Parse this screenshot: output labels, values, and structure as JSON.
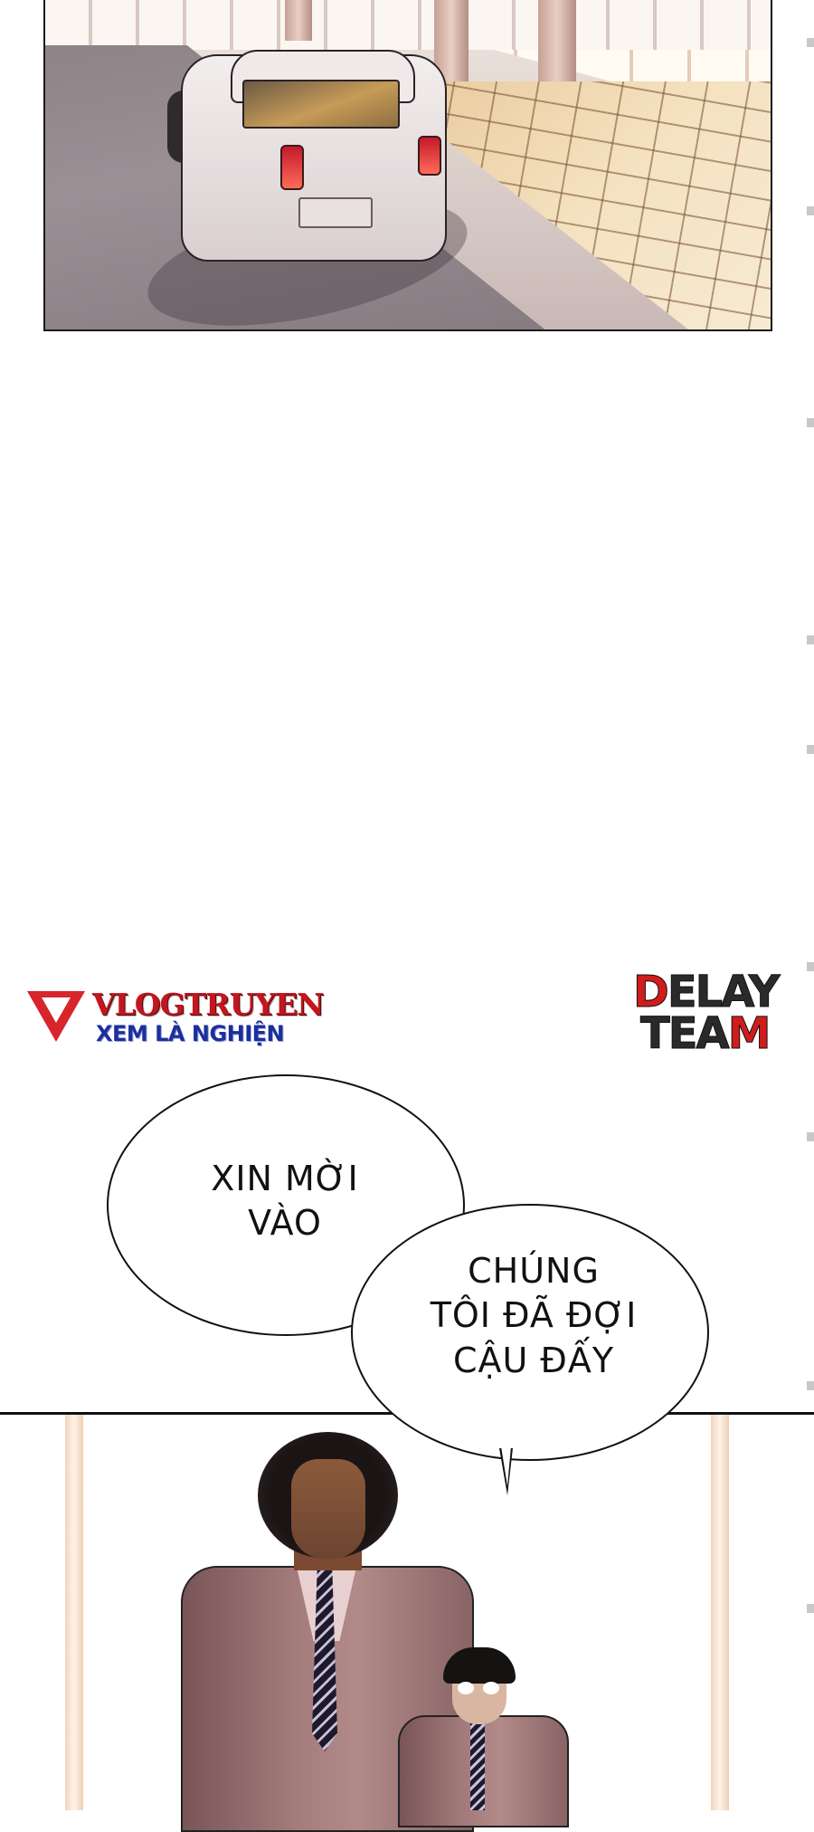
{
  "page": {
    "type": "webtoon-reader",
    "background": "#ffffff"
  },
  "panels": [
    {
      "id": "panel-1",
      "description": "White luxury sedan parked beside tiled sidewalk of a building entrance",
      "colors": {
        "road": "#928890",
        "floor": "#efd8b2",
        "car": "#ece5e6",
        "taillight": "#d11c27"
      }
    },
    {
      "id": "panel-2",
      "description": "Tall man with afro hair in pink suit and striped tie, smaller man with glasses behind",
      "colors": {
        "suit": "#9c7576",
        "tie": "#1f1b2a",
        "pillar": "#f3d6bd"
      }
    }
  ],
  "logos": {
    "vlogtruyen": {
      "title": "VLOGTRUYEN",
      "subtitle": "XEM LÀ NGHIỆN",
      "title_color": "#c3161e",
      "subtitle_color": "#1d2f9c"
    },
    "delay_team": {
      "line1_first": "D",
      "line1_rest": "ELAY",
      "line2_rest": "TEA",
      "line2_last": "M",
      "red": "#d11c1c",
      "black": "#2a2a2a"
    }
  },
  "speech_bubbles": [
    {
      "id": "bubble-1",
      "lines": [
        "XIN MỜI",
        "VÀO"
      ]
    },
    {
      "id": "bubble-2",
      "lines": [
        "CHÚNG",
        "TÔI ĐÃ ĐỢI",
        "CẬU ĐẤY"
      ]
    }
  ],
  "scroll_markers": {
    "count": 10
  }
}
